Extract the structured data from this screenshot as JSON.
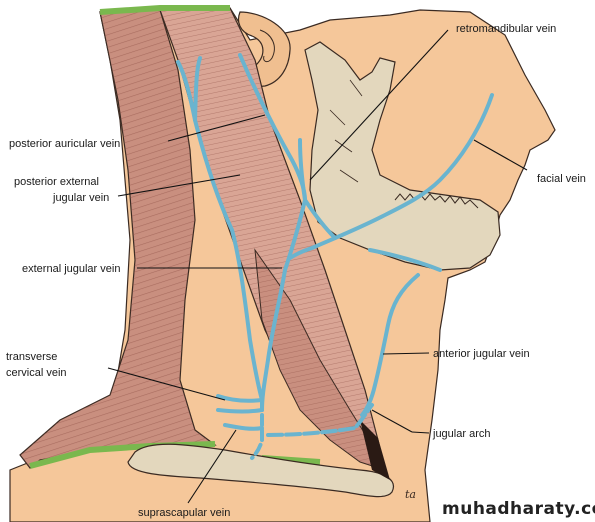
{
  "labels": {
    "posterior_auricular_vein": "posterior auricular vein",
    "posterior_external_1": "posterior external",
    "posterior_external_2": "jugular vein",
    "external_jugular_vein": "external jugular vein",
    "transverse_1": "transverse",
    "transverse_2": "cervical vein",
    "suprascapular_vein": "suprascapular vein",
    "retromandibular_vein": "retromandibular vein",
    "facial_vein": "facial vein",
    "anterior_jugular_vein": "anterior jugular vein",
    "jugular_arch": "jugular arch"
  },
  "watermark": "muhadharaty.com",
  "signature": "ta",
  "colors": {
    "skin": "#f5c79a",
    "muscle": "#c98f7f",
    "muscle_stripe": "#8e4f45",
    "bone": "#e3d7bd",
    "vein": "#6ab4cf",
    "cut_edge": "#7ab84e",
    "outline": "#3a2a22"
  }
}
